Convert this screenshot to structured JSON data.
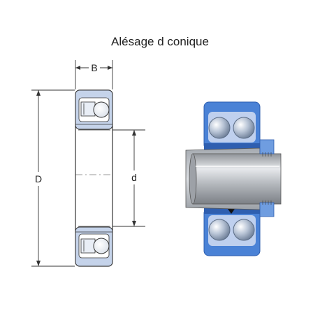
{
  "title": "Alésage d conique",
  "labels": {
    "width": "B",
    "outer_diameter": "D",
    "bore_diameter": "d"
  },
  "colors": {
    "ring_light": "#c5d3ea",
    "ring_blue": "#4a82d6",
    "ring_blue_dark": "#2f5fb0",
    "ball": "#9fb0c8",
    "shaft": "#b9bcc0",
    "line": "#333333"
  }
}
